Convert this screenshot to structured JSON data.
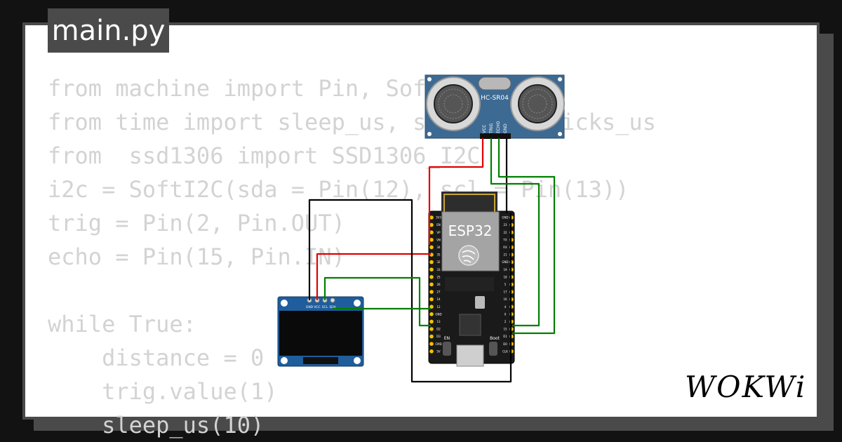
{
  "file_tab": {
    "label": "main.py"
  },
  "code_lines": [
    "from machine import Pin, SoftI2C",
    "from time import sleep_us, sleep_ms, ticks_us",
    "from  ssd1306 import SSD1306_I2C",
    "i2c = SoftI2C(sda = Pin(12), scl = Pin(13))",
    "trig = Pin(2, Pin.OUT)",
    "echo = Pin(15, Pin.IN)",
    "",
    "while True:",
    "    distance = 0",
    "    trig.value(1)",
    "    sleep_us(10)"
  ],
  "sensor": {
    "model": "HC-SR04",
    "pins": [
      "VCC",
      "TRIG",
      "ECHO",
      "GND"
    ]
  },
  "board": {
    "label": "ESP32",
    "left_pins": [
      "3V3",
      "EN",
      "VP",
      "VN",
      "34",
      "35",
      "32",
      "33",
      "25",
      "26",
      "27",
      "14",
      "12",
      "GND",
      "13",
      "D2",
      "D3",
      "CMD",
      "5V"
    ],
    "right_pins": [
      "GND",
      "23",
      "22",
      "TX",
      "RX",
      "21",
      "GND",
      "19",
      "18",
      "5",
      "17",
      "16",
      "4",
      "0",
      "2",
      "15",
      "D1",
      "D0",
      "CLK"
    ],
    "buttons": [
      "EN",
      "Boot"
    ]
  },
  "oled": {
    "pins": [
      "GND",
      "VCC",
      "SCL",
      "SDA"
    ]
  },
  "brand": {
    "logo": "WOKWi"
  },
  "colors": {
    "background": "#121212",
    "card": "#ffffff",
    "frame": "#4a4a4a",
    "code_text": "#d3d3d3",
    "sensor_board": "#3d6a93",
    "wire_red": "#e00000",
    "wire_green": "#007f00",
    "wire_black": "#000000",
    "oled_board": "#1f5d9c"
  }
}
